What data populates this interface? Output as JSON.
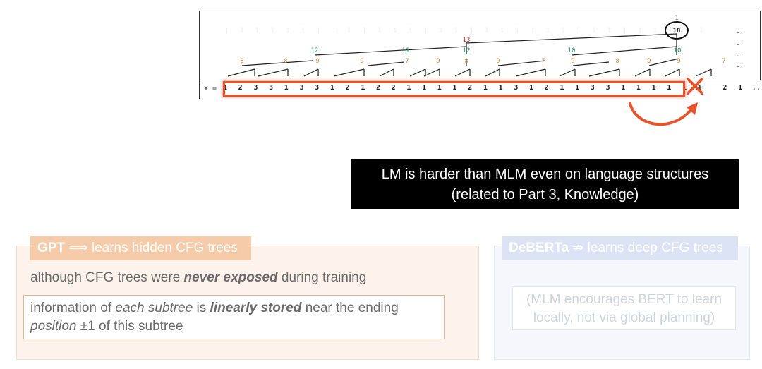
{
  "tree": {
    "sequence_prefix": "x =",
    "sequence": [
      "1",
      "2",
      "3",
      "3",
      "1",
      "3",
      "3",
      "1",
      "2",
      "1",
      "2",
      "2",
      "1",
      "1",
      "1",
      "1",
      "2",
      "1",
      "1",
      "3",
      "1",
      "2",
      "1",
      "1",
      "3",
      "3",
      "1",
      "1",
      "1",
      "1",
      "1",
      "1",
      "2",
      "1",
      "..."
    ],
    "root_label": "18",
    "top_label": "1",
    "level2_labels": [
      "13",
      "12",
      "11",
      "12",
      "10",
      "10"
    ],
    "level3_labels": [
      "8",
      "8",
      "9",
      "9",
      "7",
      "9",
      "8",
      "9",
      "7",
      "9",
      "8",
      "9",
      "9",
      "7"
    ],
    "ellipsis": "...",
    "colors": {
      "highlight": "#e8532b",
      "level2_red": "#c0392b",
      "level2_green": "#2a8a6c",
      "level3_orange": "#d98b4a"
    }
  },
  "callout": {
    "line1": "LM is harder than MLM even on language structures",
    "line2": "(related to Part 3, Knowledge)"
  },
  "gpt": {
    "title_bold": "GPT",
    "title_arrow": "⟹",
    "title_rest": " learns hidden CFG trees",
    "line1_a": "although CFG trees were ",
    "line1_em": "never exposed",
    "line1_b": " during training",
    "box_a": "information of ",
    "box_em1": "each subtree",
    "box_b": " is ",
    "box_em2": "linearly stored",
    "box_c": " near the ending",
    "box_em3": "position",
    "box_d": " ±1 of this subtree"
  },
  "deberta": {
    "title_bold": "DeBERTa",
    "title_rest": " ⇏ learns deep CFG trees",
    "box_line1": "(MLM encourages BERT to learn",
    "box_line2": "locally, not via global planning)"
  }
}
